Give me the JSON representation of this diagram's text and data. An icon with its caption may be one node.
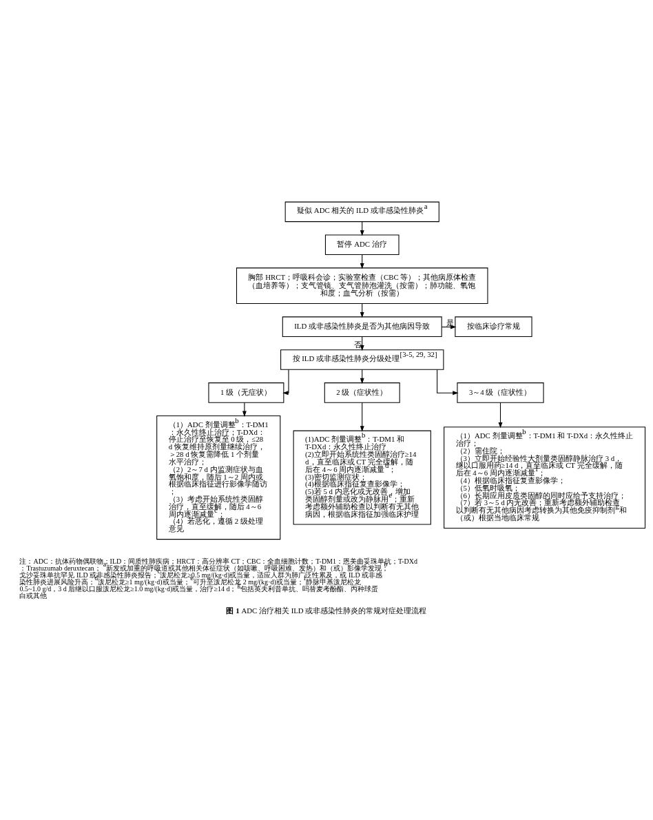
{
  "diagram": {
    "caption": "**图 1** ADC 治疗相关 ILD 或非感染性肺炎的常规对症处理流程",
    "nodes": [
      {
        "text": [
          "疑似 ADC 相关的 ILD 或非感染性肺炎$^{a}$"
        ]
      },
      {
        "text": [
          "暂停 ADC 治疗"
        ]
      },
      {
        "text": [
          "胸部 HRCT；呼吸科会诊；实验室检查（CBC 等）；其他病原体检查（血培养等）；支气管镜、支气管肺泡灌洗（按需）；肺功能、氧饱和度；血气分析（按需）"
        ]
      },
      {
        "text": [
          "ILD 或非感染性肺炎是否为其他病因导致"
        ]
      },
      {
        "text": [
          "按临床诊疗常规"
        ]
      },
      {
        "text": [
          "按 ILD 或非感染性肺炎分级处理$^{[3-5, 29, 32]}$"
        ]
      },
      {
        "text": [
          "1 级（无症状）"
        ]
      },
      {
        "text": [
          "2 级（症状性）"
        ]
      },
      {
        "text": [
          "3～4 级（症状性）"
        ]
      },
      {
        "text": [
          "（1）ADC 剂量调整$^{b}$：T-DM1：永久性终止治疗；T-DXd：停止治疗至恢复至 0 级，≤28 d 恢复维持原剂量继续治疗，＞28 d 恢复需降低 1 个剂量水平治疗；",
          "（2）2～7 d 内监测症状与血氧饱和度，随后 1～2 周内或根据临床指征进行影像学随访；",
          "（3）考虑开始系统性类固醇治疗，直至缓解，随后 4～6 周内逐渐减量$^{c}$；",
          "（4）若恶化，遵循 2 级处理意见"
        ]
      },
      {
        "text": [
          "(1)ADC 剂量调整$^{b}$：T-DM1 和 T-DXd：永久性终止治疗",
          "(2)立即开始系统性类固醇治疗≥14 d，直至临床或 CT 完全缓解，随后在 4～6 周内逐渐减量$^{d}$；",
          "(3)密切监测症状；",
          "(4)根据临床指征复查影像学；",
          "(5)若 5 d 内恶化或无改善，增加类固醇剂量或改为静脉用$^{e}$；重新考虑额外辅助检查以判断有无其他病因，根据临床指征加强临床护理"
        ]
      },
      {
        "text": [
          "（1）ADC 剂量调整$^{b}$：T-DM1 和 T-DXd：永久性终止治疗；",
          "（2）需住院；",
          "（3）立即开始经验性大剂量类固醇静脉治疗 3 d，继以口服用药≥14 d，直至临床或 CT 完全缓解，随后在 4～6 周内逐渐减量$^{f}$；",
          "（4）根据临床指征复查影像学；",
          "（5）低氧时吸氧；",
          "（6）长期应用皮质类固醇的同时应给予支持治疗；",
          "（7）若 3～5 d 内无改善；重新考虑额外辅助检查以判断有无其他病因考虑转换为其他免疫抑制剂$^{g}$和（或）根据当地临床常规"
        ]
      }
    ],
    "edges": [
      {
        "from": 0,
        "to": 1,
        "arrow": "to"
      },
      {
        "from": 1,
        "to": 2,
        "arrow": "to"
      },
      {
        "from": 2,
        "to": 3,
        "arrow": "to"
      },
      {
        "from": 3,
        "to": 4,
        "arrow": "to",
        "label": "是"
      },
      {
        "from": 3,
        "to": 5,
        "arrow": "to",
        "label": "否"
      },
      {
        "from": 5,
        "to": 6,
        "arrow": "to"
      },
      {
        "from": 5,
        "to": 7,
        "arrow": "to"
      },
      {
        "from": 5,
        "to": 8,
        "arrow": "to"
      },
      {
        "from": 6,
        "to": 9,
        "arrow": "to"
      },
      {
        "from": 7,
        "to": 10,
        "arrow": "to"
      },
      {
        "from": 8,
        "to": 11,
        "arrow": "to"
      }
    ],
    "labels": [
      "注：ADC：抗体药物偶联物；ILD：间质性肺疾病；HRCT：高分辨率 CT；CBC：全血细胞计数；T-DM1：恩美曲妥珠单抗；T-DXd：Trastuzumab deruxtecan；$^{a}$新发或加重的呼吸道或其他相关体征症状（如咳嗽、呼吸困难、发热）和（或）影像学发现；$^{b}$戈沙妥珠单抗罕见 ILD 或非感染性肺炎报告；$^{c}$泼尼松龙≥0.5 mg/(kg·d)或当量，适应人群为肺广泛性累及，或 ILD 或非感染性肺炎进展风险升高；$^{d}$泼尼松龙≥1 mg/(kg·d)或当量；$^{e}$可升至泼尼松龙 2 mg/(kg·d)或当量；$^{f}$静脉甲基泼尼松龙 0.5~1.0 g/d，3 d 后继以口服泼尼松龙≥1.0 mg/(kg·d)或当量，治疗≥14 d；$^{g}$包括英夫利昔单抗、吗替麦考酚酯、丙种球蛋白或其他"
    ]
  }
}
